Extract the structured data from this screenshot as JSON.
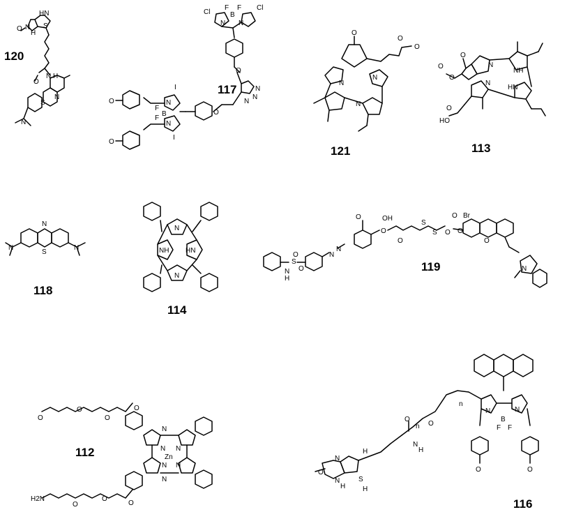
{
  "compounds": [
    {
      "id": "120",
      "atoms": [
        "HN",
        "O",
        "N",
        "H",
        "S",
        "H",
        "N",
        "O",
        "S",
        "N",
        "N"
      ]
    },
    {
      "id": "117",
      "atoms": [
        "Cl",
        "F",
        "F",
        "B",
        "N",
        "N",
        "Cl",
        "O",
        "N",
        "N",
        "N",
        "O",
        "I",
        "F",
        "F",
        "B",
        "N",
        "N",
        "I",
        "O",
        "O"
      ]
    },
    {
      "id": "121",
      "atoms": [
        "O",
        "O",
        "O",
        "N",
        "N",
        "N"
      ]
    },
    {
      "id": "113",
      "atoms": [
        "O",
        "O",
        "O",
        "HO",
        "O",
        "N",
        "HN",
        "NH",
        "N"
      ]
    },
    {
      "id": "118",
      "atoms": [
        "N",
        "N",
        "N",
        "S"
      ]
    },
    {
      "id": "114",
      "atoms": [
        "N",
        "NH",
        "HN",
        "N"
      ]
    },
    {
      "id": "119",
      "atoms": [
        "OH",
        "O",
        "N",
        "N",
        "O",
        "O",
        "S",
        "S",
        "O",
        "O",
        "O",
        "Br",
        "O",
        "O",
        "S",
        "N",
        "H",
        "O",
        "N"
      ]
    },
    {
      "id": "112",
      "atoms": [
        "O",
        "O",
        "O",
        "O",
        "N",
        "N",
        "N",
        "N",
        "N",
        "N",
        "Zn",
        "H2N",
        "O",
        "O",
        "O"
      ]
    },
    {
      "id": "116",
      "atoms": [
        "O",
        "N",
        "H",
        "N",
        "N",
        "B",
        "F",
        "F",
        "O",
        "O",
        "O",
        "H",
        "N",
        "O",
        "N",
        "H",
        "S",
        "H",
        "n",
        "n"
      ]
    }
  ]
}
